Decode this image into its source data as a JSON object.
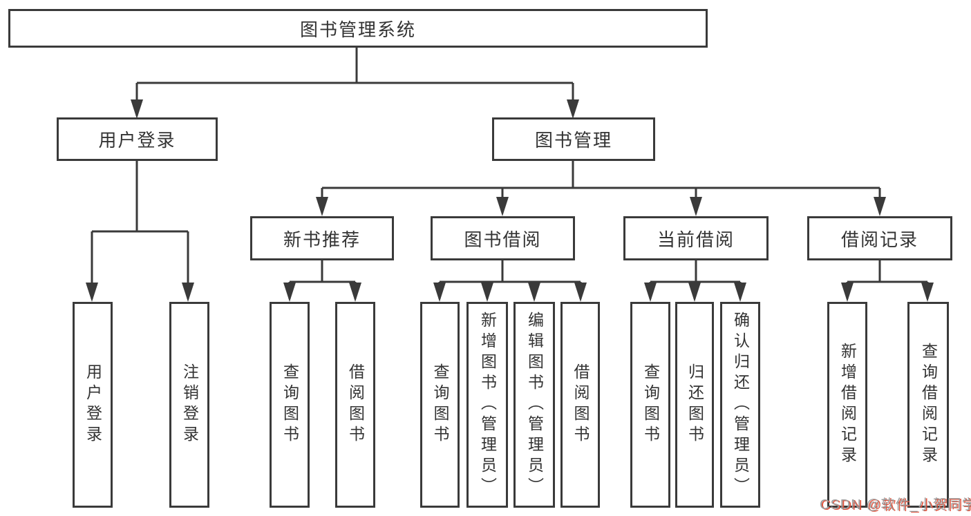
{
  "nodes": {
    "root": "图书管理系统",
    "user_login": "用户登录",
    "book_mgmt": "图书管理",
    "new_book": "新书推荐",
    "book_borrow": "图书借阅",
    "current_borrow": "当前借阅",
    "borrow_record": "借阅记录",
    "leaves": {
      "user": [
        "用户登录",
        "注销登录"
      ],
      "new_book": [
        "查询图书",
        "借阅图书"
      ],
      "borrow": [
        "查询图书",
        "新增图书（管理员）",
        "编辑图书（管理员）",
        "借阅图书"
      ],
      "current": [
        "查询图书",
        "归还图书",
        "确认归还（管理员）"
      ],
      "record": [
        "新增借阅记录",
        "查询借阅记录"
      ]
    }
  },
  "watermark": {
    "text": "CSDN @软件_小贺同学"
  },
  "colors": {
    "line": "#3a3a3a",
    "text": "#333333",
    "box_background": "#ffffff",
    "watermark_gray": "#9c9c9c",
    "watermark_red": "#e0503a"
  }
}
